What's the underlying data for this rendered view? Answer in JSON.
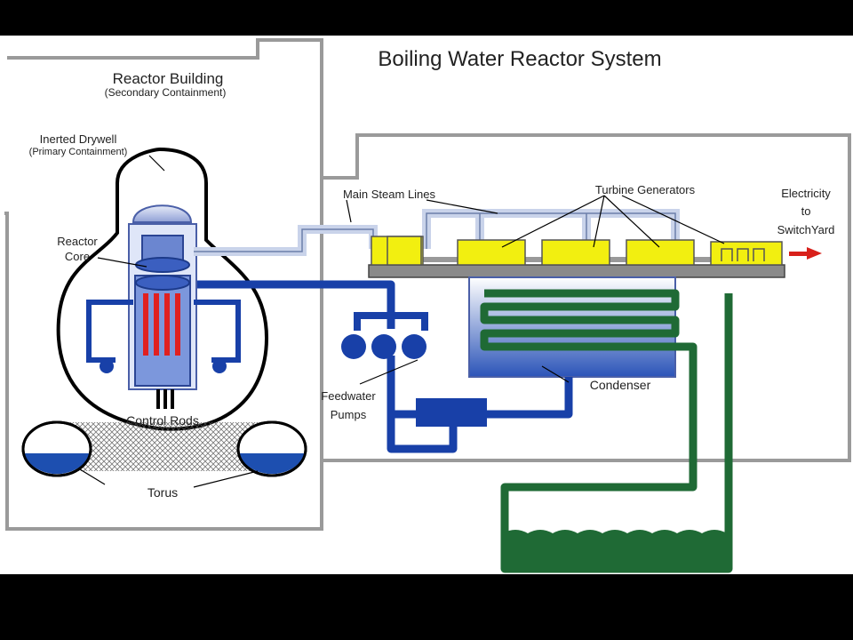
{
  "title": "Boiling Water Reactor System",
  "labels": {
    "reactor_building": "Reactor Building",
    "secondary_containment": "(Secondary Containment)",
    "inerted_drywell": "Inerted Drywell",
    "primary_containment": "(Primary Containment)",
    "reactor": "Reactor",
    "core": "Core",
    "control_rods": "Control Rods",
    "torus": "Torus",
    "main_steam_lines": "Main Steam Lines",
    "turbine_generators": "Turbine Generators",
    "electricity": "Electricity",
    "to": "to",
    "switchyard": "SwitchYard",
    "condenser": "Condenser",
    "feedwater": "Feedwater",
    "pumps": "Pumps"
  },
  "colors": {
    "background": "#000000",
    "panel": "#ffffff",
    "building_outline": "#9a9a9a",
    "steam_pipe": "#c9d3ea",
    "feedwater_pipe": "#1840a8",
    "cooling_pipe": "#1f6a35",
    "turbine": "#f2ef10",
    "arrow": "#d8201a"
  }
}
